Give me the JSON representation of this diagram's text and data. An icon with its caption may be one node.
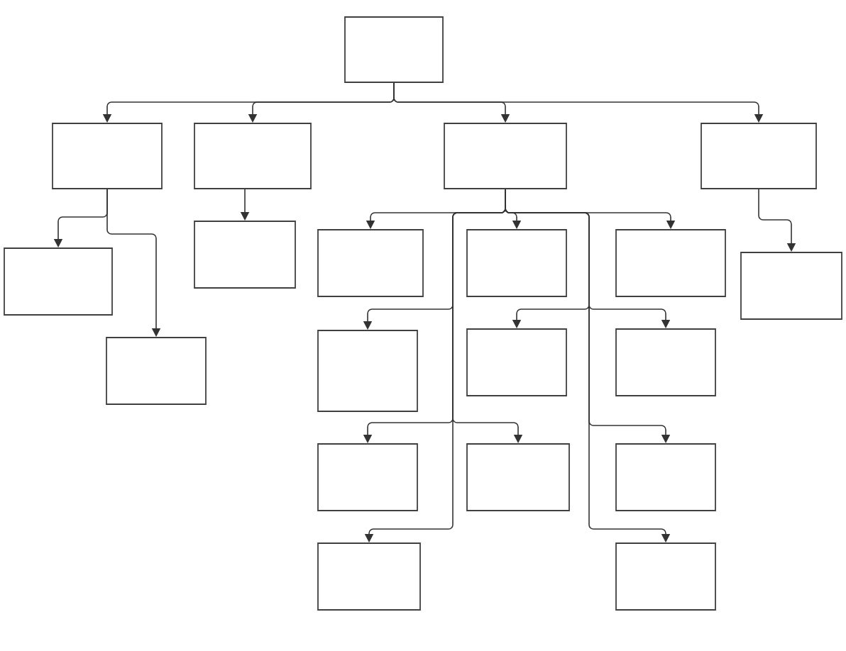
{
  "diagram": {
    "nodes": [
      {
        "text": [],
        "shape": "box"
      },
      {
        "text": [],
        "shape": "box"
      },
      {
        "text": [],
        "shape": "box"
      },
      {
        "text": [],
        "shape": "box"
      },
      {
        "text": [],
        "shape": "box"
      },
      {
        "text": [],
        "shape": "box"
      },
      {
        "text": [],
        "shape": "box"
      },
      {
        "text": [],
        "shape": "box"
      },
      {
        "text": [],
        "shape": "box"
      },
      {
        "text": [],
        "shape": "box"
      },
      {
        "text": [],
        "shape": "box"
      },
      {
        "text": [],
        "shape": "box"
      },
      {
        "text": [],
        "shape": "box"
      },
      {
        "text": [],
        "shape": "box"
      },
      {
        "text": [],
        "shape": "box"
      },
      {
        "text": [],
        "shape": "box"
      },
      {
        "text": [],
        "shape": "box"
      },
      {
        "text": [],
        "shape": "box"
      },
      {
        "text": [],
        "shape": "box"
      },
      {
        "text": [],
        "shape": "box"
      }
    ],
    "edges": [
      {
        "from": 0,
        "to": 1,
        "arrow": "to"
      },
      {
        "from": 0,
        "to": 2,
        "arrow": "to"
      },
      {
        "from": 0,
        "to": 3,
        "arrow": "to"
      },
      {
        "from": 0,
        "to": 4,
        "arrow": "to"
      },
      {
        "from": 1,
        "to": 5,
        "arrow": "to"
      },
      {
        "from": 1,
        "to": 11,
        "arrow": "to"
      },
      {
        "from": 2,
        "to": 6,
        "arrow": "to"
      },
      {
        "from": 4,
        "to": 10,
        "arrow": "to"
      },
      {
        "from": 3,
        "to": 7,
        "arrow": "to"
      },
      {
        "from": 3,
        "to": 8,
        "arrow": "to"
      },
      {
        "from": 3,
        "to": 9,
        "arrow": "to"
      },
      {
        "from": 3,
        "to": 12,
        "arrow": "to"
      },
      {
        "from": 3,
        "to": 15,
        "arrow": "to"
      },
      {
        "from": 3,
        "to": 16,
        "arrow": "to"
      },
      {
        "from": 3,
        "to": 18,
        "arrow": "to"
      },
      {
        "from": 3,
        "to": 13,
        "arrow": "to"
      },
      {
        "from": 3,
        "to": 14,
        "arrow": "to"
      },
      {
        "from": 3,
        "to": 17,
        "arrow": "to"
      },
      {
        "from": 3,
        "to": 19,
        "arrow": "to"
      }
    ]
  }
}
